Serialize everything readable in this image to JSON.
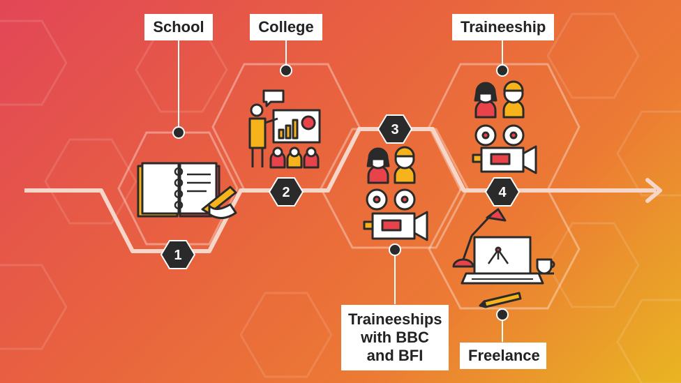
{
  "labels": {
    "school": "School",
    "college": "College",
    "traineeship": "Traineeship",
    "traineeships_bbc_bfi_line1": "Traineeships",
    "traineeships_bbc_bfi_line2": "with BBC",
    "traineeships_bbc_bfi_line3": "and BFI",
    "freelance": "Freelance"
  },
  "steps": [
    "1",
    "2",
    "3",
    "4"
  ],
  "colors": {
    "accent_yellow": "#f6b31b",
    "accent_red": "#e8434b",
    "dark": "#2a2a2a",
    "path": "#f6d6c8"
  },
  "icons": [
    "notebook-icon",
    "presentation-icon",
    "people-icon",
    "film-camera-icon",
    "laptop-design-icon",
    "desk-lamp-icon",
    "pencil-icon",
    "coffee-cup-icon"
  ]
}
